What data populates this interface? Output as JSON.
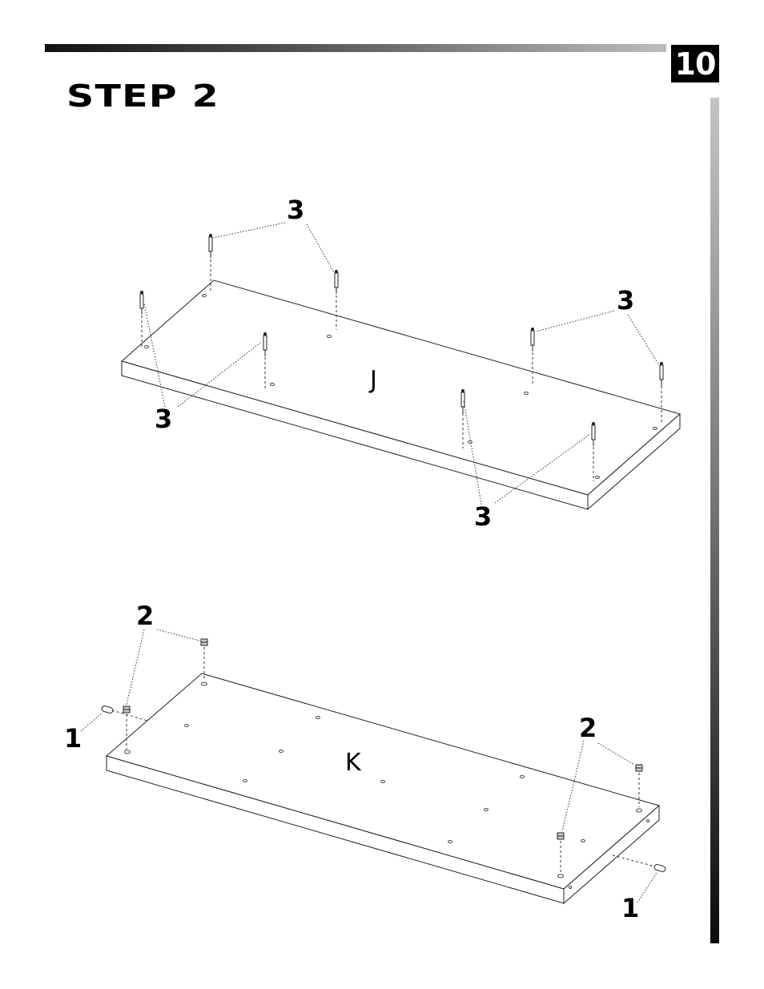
{
  "page": {
    "number": "10",
    "step_title": "STEP 2"
  },
  "panel_j": {
    "label": "J",
    "callouts": [
      "3",
      "3",
      "3",
      "3"
    ]
  },
  "panel_k": {
    "label": "K",
    "callouts": [
      "2",
      "2",
      "1",
      "1"
    ]
  }
}
